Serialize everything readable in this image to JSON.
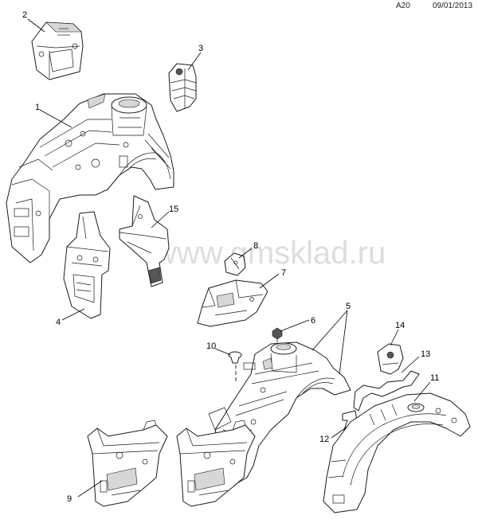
{
  "header": {
    "diagram_code": "A20",
    "date": "09/01/2013"
  },
  "watermark": "www.gmsklad.ru",
  "callouts": {
    "c1": "1",
    "c2": "2",
    "c3": "3",
    "c4": "4",
    "c5": "5",
    "c6": "6",
    "c7": "7",
    "c8": "8",
    "c9": "9",
    "c10": "10",
    "c11": "11",
    "c12": "12",
    "c13": "13",
    "c14": "14",
    "c15": "15"
  }
}
